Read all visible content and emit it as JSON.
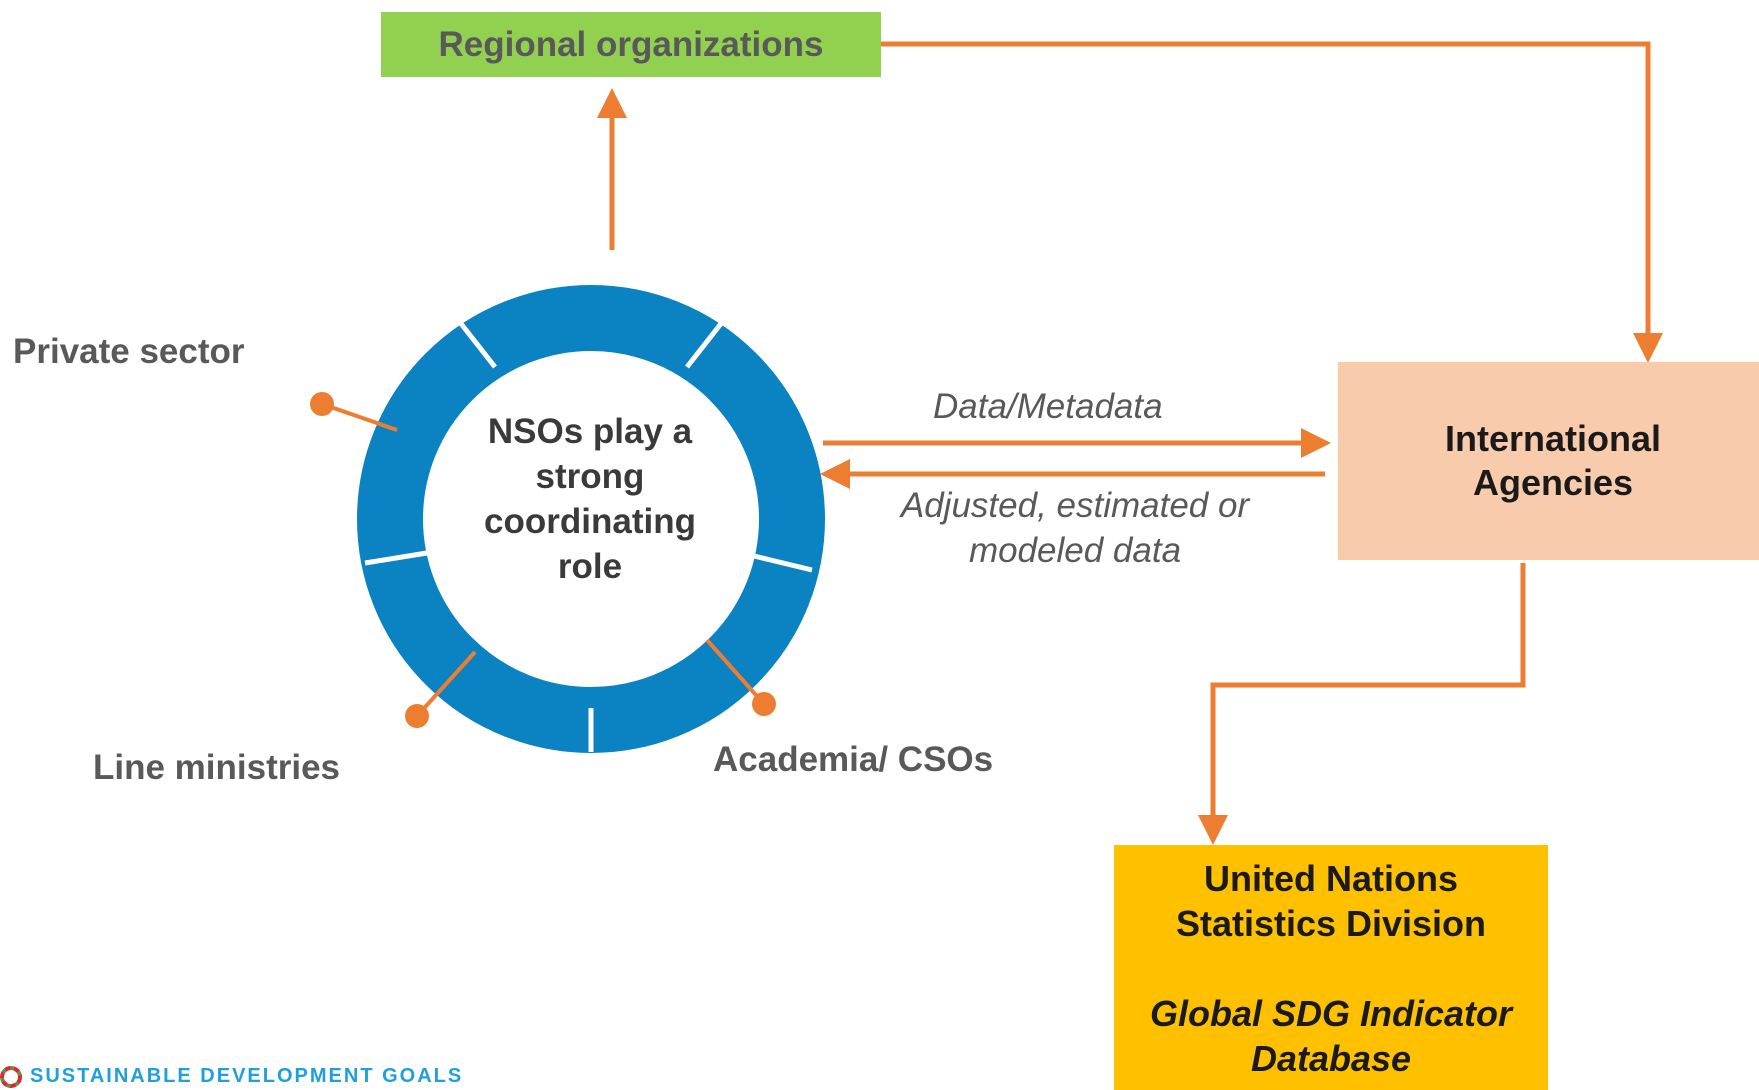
{
  "colors": {
    "ring": "#0b82c2",
    "arrow": "#ed7d31",
    "regional_box": "#92d050",
    "international_box": "#f8cbad",
    "unsd_box": "#ffc000"
  },
  "regional_box": {
    "label": "Regional organizations"
  },
  "international_box": {
    "line1": "International",
    "line2": "Agencies"
  },
  "unsd_box": {
    "line1": "United Nations",
    "line2": "Statistics Division",
    "line3": "Global SDG Indicator",
    "line4": "Database"
  },
  "center": {
    "line1": "NSOs play a",
    "line2": "strong",
    "line3": "coordinating",
    "line4": "role"
  },
  "stakeholders": {
    "private_sector": "Private sector",
    "line_ministries": "Line ministries",
    "academia": "Academia/ CSOs"
  },
  "flows": {
    "to_agencies": "Data/Metadata",
    "from_agencies_line1": "Adjusted, estimated or",
    "from_agencies_line2": "modeled data"
  },
  "logo": {
    "text": "SUSTAINABLE DEVELOPMENT GOALS"
  }
}
